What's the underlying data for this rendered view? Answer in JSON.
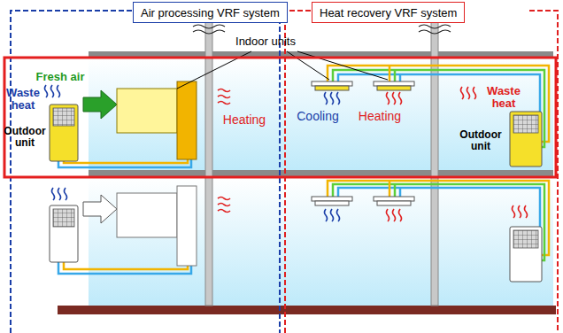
{
  "diagram": {
    "nodes": [
      {
        "text": [
          "Air processing VRF system"
        ]
      },
      {
        "text": [
          "Heat recovery VRF system"
        ]
      }
    ],
    "labels": [
      "Fresh air",
      "Waste heat",
      "Outdoor unit",
      "Indoor units",
      "Heating",
      "Cooling",
      "Heating",
      "Waste heat",
      "Outdoor unit"
    ]
  }
}
